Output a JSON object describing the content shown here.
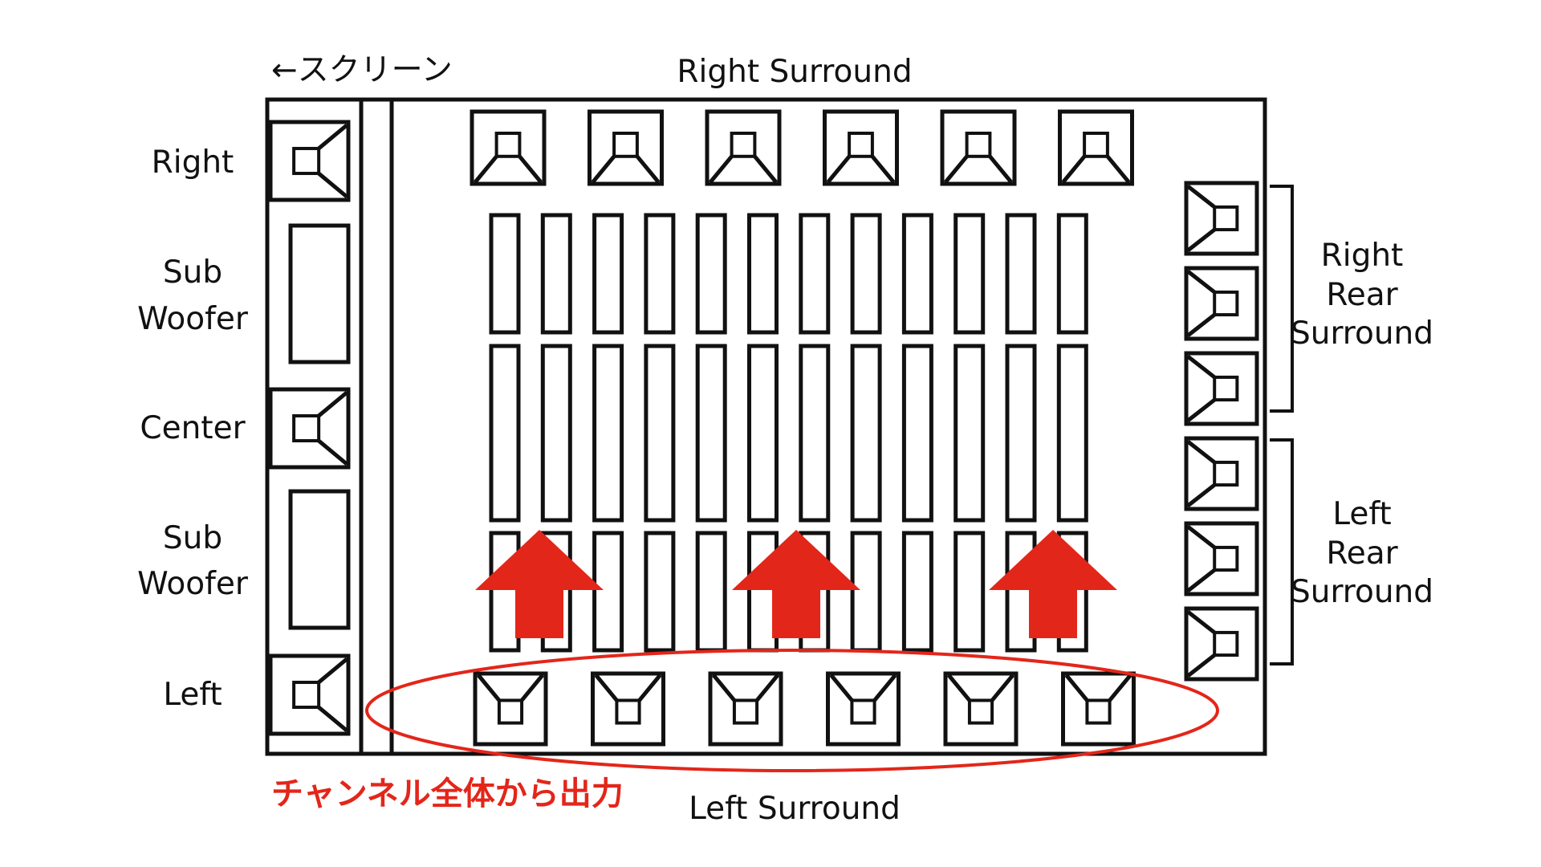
{
  "labels": {
    "screen": "←スクリーン",
    "right_surround": "Right Surround",
    "left_surround": "Left Surround",
    "right": "Right",
    "sub_woofer_1": [
      "Sub",
      "Woofer"
    ],
    "center": "Center",
    "sub_woofer_2": [
      "Sub",
      "Woofer"
    ],
    "left": "Left",
    "right_rear_surround": [
      "Right",
      "Rear",
      "Surround"
    ],
    "left_rear_surround": [
      "Left",
      "Rear",
      "Surround"
    ],
    "channel_output": "チャンネル全体から出力"
  },
  "counts": {
    "right_surround_speakers": 6,
    "left_surround_speakers": 6,
    "right_rear_speakers": 3,
    "left_rear_speakers": 3,
    "seat_columns": 12,
    "seat_rows": 3,
    "arrows": 3
  },
  "colors": {
    "line": "#111111",
    "accent": "#e3261a",
    "background": "#ffffff"
  },
  "icons": {
    "speaker": "speaker-icon",
    "subwoofer": "subwoofer-box",
    "arrow": "arrow-up-icon",
    "bracket": "bracket-icon",
    "ellipse": "highlight-ellipse"
  }
}
